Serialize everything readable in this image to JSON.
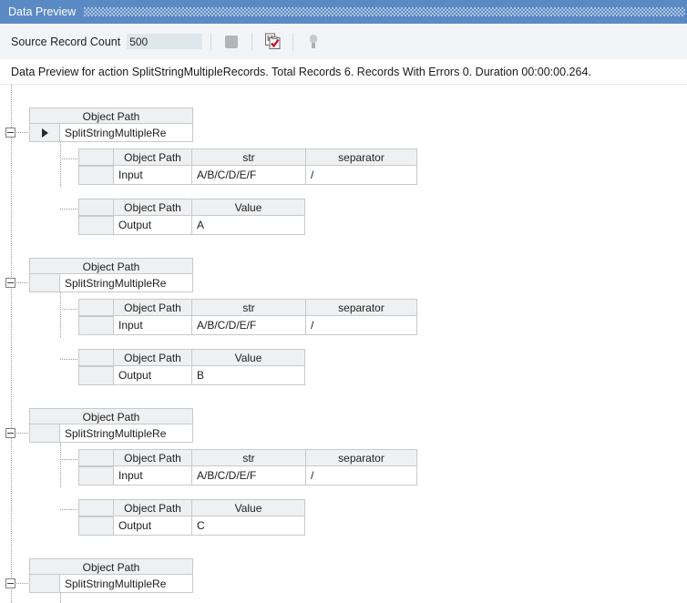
{
  "titlebar": {
    "title": "Data Preview",
    "grip_icon": "dotted-grip"
  },
  "toolbar": {
    "record_count_label": "Source Record Count",
    "record_count_value": "500",
    "stop_icon": "stop-square-icon",
    "preview_icon": "clipboard-check-icon",
    "hint_icon": "lightbulb-icon"
  },
  "status": {
    "text": "Data Preview for action SplitStringMultipleRecords. Total Records 6. Records With Errors 0. Duration 00:00:00.264.",
    "action_name": "SplitStringMultipleRecords",
    "total_records": "6",
    "records_with_errors": "0",
    "duration": "00:00:00.264"
  },
  "columns": {
    "object_path": "Object Path",
    "str": "str",
    "separator": "separator",
    "value": "Value"
  },
  "rows": {
    "input": "Input",
    "output": "Output"
  },
  "tree": {
    "expander_icon": "collapse-minus-icon",
    "row_arrow_icon": "row-selector-triangle-icon",
    "groups": [
      {
        "name": "SplitStringMultipleRe",
        "selected": true,
        "input": {
          "label": "Input",
          "str": "A/B/C/D/E/F",
          "separator": "/"
        },
        "output": {
          "label": "Output",
          "value": "A"
        }
      },
      {
        "name": "SplitStringMultipleRe",
        "selected": false,
        "input": {
          "label": "Input",
          "str": "A/B/C/D/E/F",
          "separator": "/"
        },
        "output": {
          "label": "Output",
          "value": "B"
        }
      },
      {
        "name": "SplitStringMultipleRe",
        "selected": false,
        "input": {
          "label": "Input",
          "str": "A/B/C/D/E/F",
          "separator": "/"
        },
        "output": {
          "label": "Output",
          "value": "C"
        }
      },
      {
        "name": "SplitStringMultipleRe",
        "selected": false,
        "truncated": true
      }
    ]
  },
  "colors": {
    "title_bar": "#5a8ac4",
    "toolbar_bg": "#f2f5f8",
    "header_cell": "#eff0f1",
    "grid_border": "#c8c9ca",
    "input_bg": "#dfe7ee"
  }
}
